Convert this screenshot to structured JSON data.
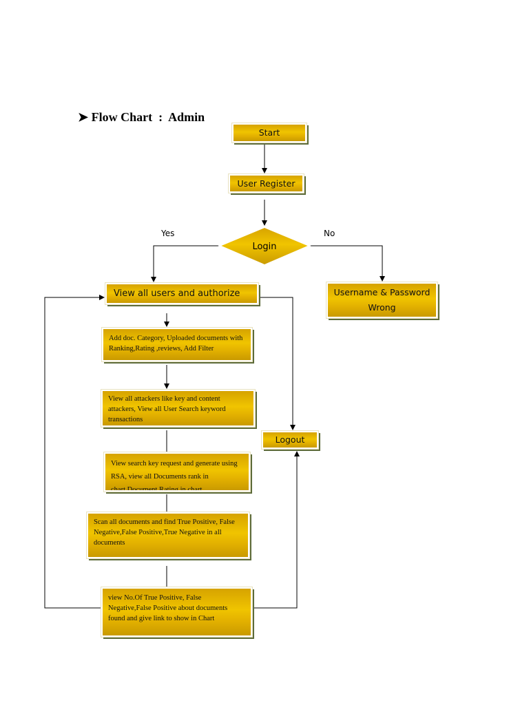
{
  "heading": {
    "bullet": "➤",
    "title": "Flow Chart  :  Admin"
  },
  "nodes": {
    "start": "Start",
    "user_register": "User Register",
    "login": "Login",
    "view_users": "View all users and authorize",
    "wrong": "Username & Password Wrong",
    "add_doc": "Add doc. Category, Uploaded documents with Ranking,Rating ,reviews, Add Filter",
    "attackers": "View all attackers like key and content attackers, View all User Search keyword transactions",
    "search_key": "View search key request and generate using RSA, view all Documents rank in chart,Document Rating in chart",
    "scan": "Scan all documents and find True Positive, False Negative,False Positive,True Negative in all documents",
    "view_no": "view No.Of  True Positive, False Negative,False Positive about documents found and give link to show in Chart",
    "logout": "Logout"
  },
  "edge_labels": {
    "yes": "Yes",
    "no": "No"
  },
  "colors": {
    "box_fill": "#f0c400",
    "box_shadow": "#5d6b3a",
    "line": "#000000"
  }
}
